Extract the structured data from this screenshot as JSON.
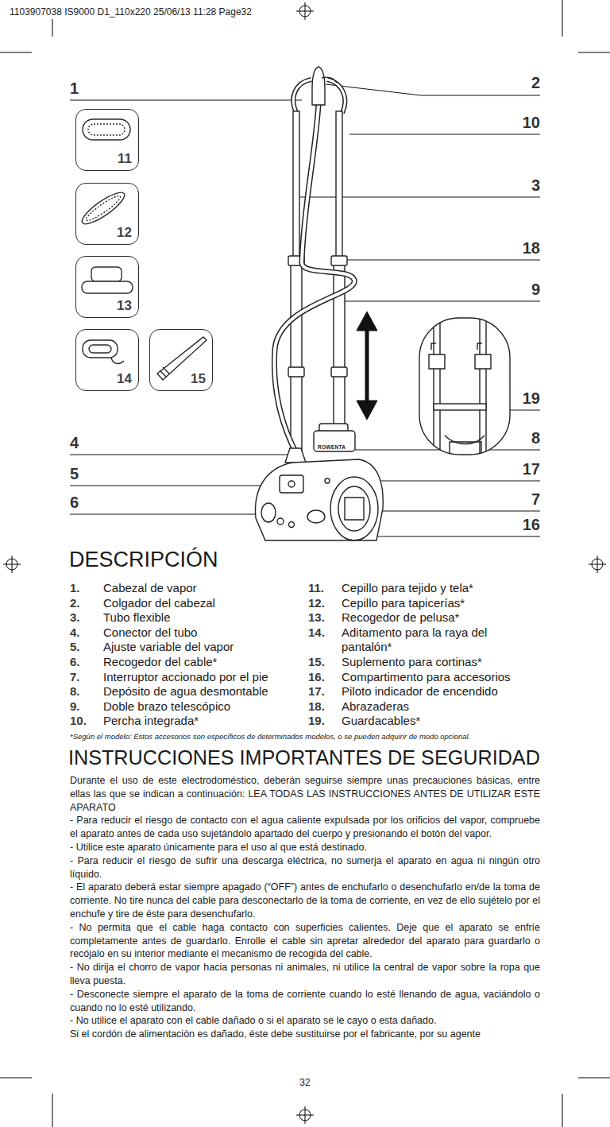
{
  "diagram": {
    "title": "DESCRIPCIÓN",
    "nodes": [
      {
        "text": [
          "11"
        ]
      },
      {
        "text": [
          "12"
        ]
      },
      {
        "text": [
          "13"
        ]
      },
      {
        "text": [
          "14"
        ]
      },
      {
        "text": [
          "15"
        ]
      }
    ],
    "labels": [
      "1103907038 IS9000 D1_110x220 25/06/13 11:28 Page32",
      "1",
      "2",
      "10",
      "3",
      "18",
      "9",
      "19",
      "4",
      "8",
      "5",
      "17",
      "6",
      "7",
      "16",
      "ROWENTA",
      "1.",
      "Cabezal de vapor",
      "2.",
      "Colgador del cabezal",
      "3.",
      "Tubo flexible",
      "4.",
      "Conector del tubo",
      "5.",
      "Ajuste variable del vapor",
      "6.",
      "Recogedor del cable*",
      "7.",
      "Interruptor accionado por el pie",
      "8.",
      "Depósito de agua desmontable",
      "9.",
      "Doble brazo telescópico",
      "10.",
      "Percha integrada*",
      "11.",
      "Cepillo para tejido y tela*",
      "12.",
      "Cepillo para tapicerías*",
      "13.",
      "Recogedor de pelusa*",
      "14.",
      "Aditamento para la raya del pantalón*",
      "15.",
      "Suplemento para cortinas*",
      "16.",
      "Compartimento para accesorios",
      "17.",
      "Piloto indicador de encendido",
      "18.",
      "Abrazaderas",
      "19.",
      "Guardacables*",
      "*Según el modelo: Estos accesorios son específicos de determinados modelos, o se pueden adquirir de modo opcional.",
      "INSTRUCCIONES IMPORTANTES DE SEGURIDAD",
      "Durante el uso de este electrodoméstico, deberán seguirse siempre unas precauciones básicas, entre ellas las que se indican a continuación: LEA TODAS LAS INSTRUCCIONES ANTES DE UTILIZAR ESTE APARATO",
      "- Para reducir el riesgo de contacto con el agua caliente expulsada por los orificios del vapor, compruebe el aparato antes de cada uso sujetándolo apartado del cuerpo y presionando el botón del vapor.",
      "- Utilice este aparato únicamente para el uso al que está destinado.",
      "- Para reducir el riesgo de sufrir una descarga eléctrica, no sumerja el aparato en agua ni ningún otro líquido.",
      "- El aparato deberá estar siempre apagado (“OFF”) antes de enchufarlo o desenchufarlo en/de la toma de corriente. No tire nunca del cable para desconectarlo de la toma de corriente, en vez de ello sujételo por el enchufe y tire de éste para desenchufarlo.",
      "- No permita que el cable haga contacto con superficies calientes. Deje que el aparato se enfríe completamente antes de guardarlo. Enrolle el cable sin apretar alrededor del aparato para guardarlo o recójalo en su interior mediante el mecanismo de recogida del cable.",
      "- No dirija el chorro de vapor hacia personas ni animales, ni utilice la central de vapor sobre la ropa que lleva puesta.",
      "- Desconecte siempre el aparato de la toma de corriente cuando lo esté llenando de agua, vaciándolo o cuando no lo esté utilizando.",
      "- No utilice el aparato con el cable dañado o si el aparato se le cayo o esta dañado.",
      "Si el cordón de alimentación es dañado, éste debe sustituirse por el fabricante, por su agente",
      "32"
    ]
  }
}
